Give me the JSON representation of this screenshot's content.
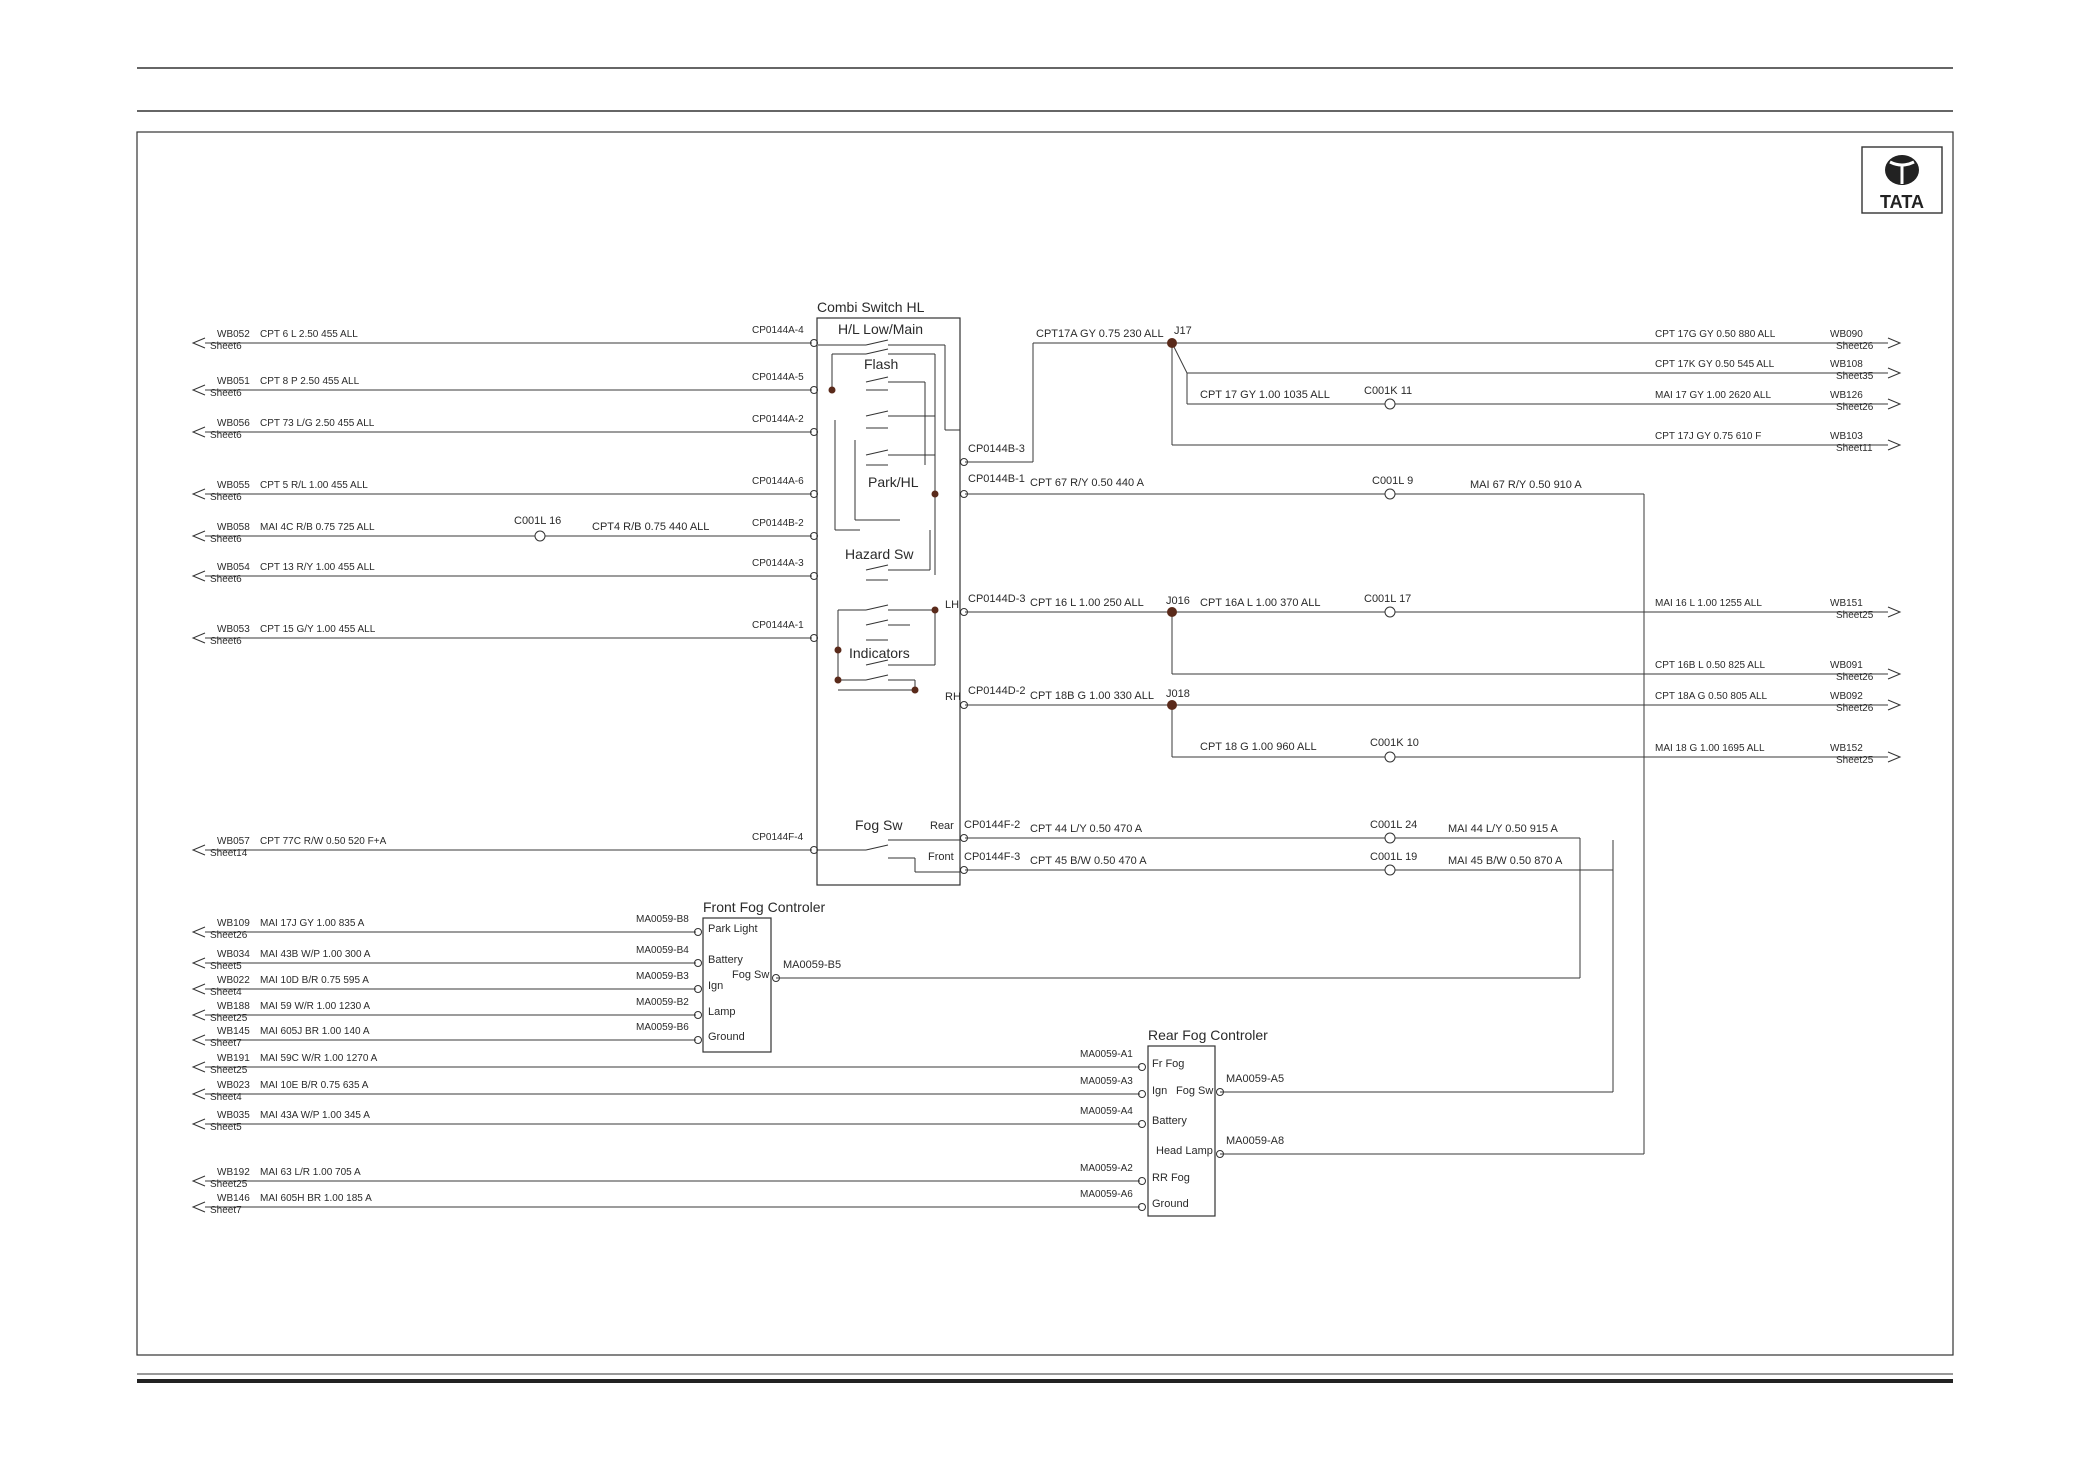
{
  "brand": {
    "logo_text": "TATA"
  },
  "colors": {
    "line": "#3a3a3a",
    "node": "#5a2a1a",
    "frame": "#3a3a3a"
  },
  "switch_block": {
    "title": "Combi Switch HL",
    "labels": [
      "H/L Low/Main",
      "Flash",
      "Park/HL",
      "Hazard Sw",
      "Indicators",
      "Fog Sw",
      "Rear",
      "Front",
      "LH",
      "RH"
    ]
  },
  "front_fog": {
    "title": "Front Fog Controler",
    "pins": [
      "Park Light",
      "Battery",
      "Ign",
      "Lamp",
      "Ground"
    ],
    "output_label": "Fog Sw",
    "output_connector": "MA0059-B5"
  },
  "rear_fog": {
    "title": "Rear Fog Controler",
    "pins": [
      "Fr Fog",
      "Ign",
      "Battery",
      "Head Lamp",
      "RR Fog",
      "Ground"
    ],
    "output_label": "Fog Sw",
    "output_connectors": [
      "MA0059-A5",
      "MA0059-A8"
    ]
  },
  "left_wires": [
    {
      "dest": "WB052",
      "sheet": "Sheet6",
      "spec": "CPT  6 L 2.50 455 ALL",
      "connector": "CP0144A-4"
    },
    {
      "dest": "WB051",
      "sheet": "Sheet6",
      "spec": "CPT  8 P 2.50 455 ALL",
      "connector": "CP0144A-5"
    },
    {
      "dest": "WB056",
      "sheet": "Sheet6",
      "spec": "CPT  73 L/G 2.50 455 ALL",
      "connector": "CP0144A-2"
    },
    {
      "dest": "WB055",
      "sheet": "Sheet6",
      "spec": "CPT  5 R/L 1.00 455 ALL",
      "connector": "CP0144A-6"
    },
    {
      "dest": "WB058",
      "sheet": "Sheet6",
      "spec": "MAI  4C R/B 0.75 725 ALL",
      "connector": "CP0144B-2",
      "splice": "C001L 16",
      "spec2": "CPT4 R/B 0.75 440 ALL"
    },
    {
      "dest": "WB054",
      "sheet": "Sheet6",
      "spec": "CPT  13 R/Y 1.00 455 ALL",
      "connector": "CP0144A-3"
    },
    {
      "dest": "WB053",
      "sheet": "Sheet6",
      "spec": "CPT  15 G/Y 1.00 455 ALL",
      "connector": "CP0144A-1"
    },
    {
      "dest": "WB057",
      "sheet": "Sheet14",
      "spec": "CPT  77C R/W 0.50 520 F+A",
      "connector": "CP0144F-4"
    },
    {
      "dest": "WB109",
      "sheet": "Sheet26",
      "spec": "MAI  17J GY 1.00 835 A",
      "connector": "MA0059-B8"
    },
    {
      "dest": "WB034",
      "sheet": "Sheet5",
      "spec": "MAI  43B W/P 1.00 300 A",
      "connector": "MA0059-B4"
    },
    {
      "dest": "WB022",
      "sheet": "Sheet4",
      "spec": "MAI  10D B/R 0.75 595 A",
      "connector": "MA0059-B3"
    },
    {
      "dest": "WB188",
      "sheet": "Sheet25",
      "spec": "MAI  59 W/R 1.00 1230 A",
      "connector": "MA0059-B2"
    },
    {
      "dest": "WB145",
      "sheet": "Sheet7",
      "spec": "MAI  605J BR 1.00 140 A",
      "connector": "MA0059-B6"
    },
    {
      "dest": "WB191",
      "sheet": "Sheet25",
      "spec": "MAI  59C W/R 1.00 1270 A",
      "connector": "MA0059-A1"
    },
    {
      "dest": "WB023",
      "sheet": "Sheet4",
      "spec": "MAI  10E B/R 0.75 635 A",
      "connector": "MA0059-A3"
    },
    {
      "dest": "WB035",
      "sheet": "Sheet5",
      "spec": "MAI  43A W/P 1.00 345 A",
      "connector": "MA0059-A4"
    },
    {
      "dest": "WB192",
      "sheet": "Sheet25",
      "spec": "MAI  63 L/R 1.00 705 A",
      "connector": "MA0059-A2"
    },
    {
      "dest": "WB146",
      "sheet": "Sheet7",
      "spec": "MAI  605H BR 1.00 185 A",
      "connector": "MA0059-A6"
    }
  ],
  "right_connectors": [
    "CP0144B-3",
    "CP0144B-1",
    "CP0144D-3",
    "CP0144D-2",
    "CP0144F-2",
    "CP0144F-3"
  ],
  "mid_specs": [
    "CPT17A GY 0.75 230 ALL",
    "CPT 67 R/Y 0.50 440 A",
    "CPT 16 L 1.00 250 ALL",
    "CPT 18B G 1.00 330 ALL",
    "CPT 44 L/Y 0.50 470 A",
    "CPT 45 B/W 0.50 470 A",
    "CPT 16A L 1.00 370 ALL",
    "CPT 17 GY 1.00 1035 ALL",
    "CPT 18 G 1.00 960 ALL",
    "MAI 67 R/Y 0.50 910 A",
    "MAI 44 L/Y 0.50 915 A",
    "MAI 45 B/W 0.50 870 A"
  ],
  "junctions": [
    "J17",
    "J016",
    "J018"
  ],
  "splices": [
    "C001K 11",
    "C001L 9",
    "C001L 17",
    "C001K 10",
    "C001L 24",
    "C001L 19"
  ],
  "right_wires": [
    {
      "spec": "CPT  17G GY 0.50 880 ALL",
      "dest": "WB090",
      "sheet": "Sheet26"
    },
    {
      "spec": "CPT  17K GY 0.50 545 ALL",
      "dest": "WB108",
      "sheet": "Sheet35"
    },
    {
      "spec": "MAI  17 GY 1.00 2620 ALL",
      "dest": "WB126",
      "sheet": "Sheet26"
    },
    {
      "spec": "CPT  17J GY 0.75 610 F",
      "dest": "WB103",
      "sheet": "Sheet11"
    },
    {
      "spec": "MAI  16 L 1.00 1255 ALL",
      "dest": "WB151",
      "sheet": "Sheet25"
    },
    {
      "spec": "CPT  16B L 0.50 825 ALL",
      "dest": "WB091",
      "sheet": "Sheet26"
    },
    {
      "spec": "CPT  18A G 0.50 805 ALL",
      "dest": "WB092",
      "sheet": "Sheet26"
    },
    {
      "spec": "MAI  18 G 1.00 1695 ALL",
      "dest": "WB152",
      "sheet": "Sheet25"
    }
  ]
}
